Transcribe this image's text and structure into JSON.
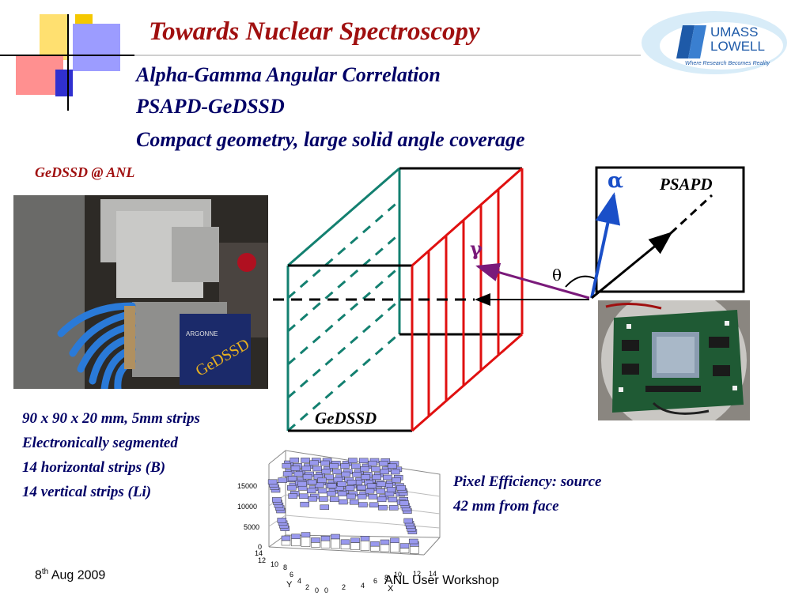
{
  "slide": {
    "title": "Towards Nuclear Spectroscopy",
    "subtitle_lines": [
      "Alpha-Gamma Angular Correlation",
      "PSAPD-GeDSSD",
      "Compact geometry, large solid angle coverage"
    ]
  },
  "logo": {
    "line1": "UMASS",
    "line2": "LOWELL",
    "tagline": "Where Research Becomes Reality"
  },
  "photo_left": {
    "caption": "GeDSSD @ ANL",
    "label_text": "ARGONNE",
    "label_text2": "GeDSSD"
  },
  "specs": [
    "90 x 90 x 20 mm, 5mm strips",
    "Electronically segmented",
    "14 horizontal strips (B)",
    "14 vertical strips (Li)"
  ],
  "diagram": {
    "alpha": "α",
    "gamma": "γ",
    "theta": "θ",
    "psapd_label": "PSAPD",
    "gedssd_label": "GeDSSD"
  },
  "histogram": {
    "z_ticks": [
      "15000",
      "10000",
      "5000",
      "0"
    ],
    "y_ticks": [
      "14",
      "12",
      "10",
      "8",
      "6",
      "4",
      "2",
      "0"
    ],
    "x_ticks": [
      "0",
      "2",
      "4",
      "6",
      "8",
      "10",
      "12",
      "14"
    ],
    "y_label": "Y",
    "x_label": "X"
  },
  "efficiency_note": [
    "Pixel Efficiency: source",
    "42 mm from face"
  ],
  "footer": {
    "date_day": "8",
    "date_sup": "th",
    "date_rest": " Aug 2009",
    "workshop": "ANL User Workshop"
  },
  "colors": {
    "title_red": "#a01010",
    "navy": "#000066",
    "teal": "#138070",
    "strip_red": "#e01010",
    "alpha_blue": "#1a4fc8",
    "gamma_purple": "#7a1a7a",
    "bar_fill": "#9999ee"
  }
}
